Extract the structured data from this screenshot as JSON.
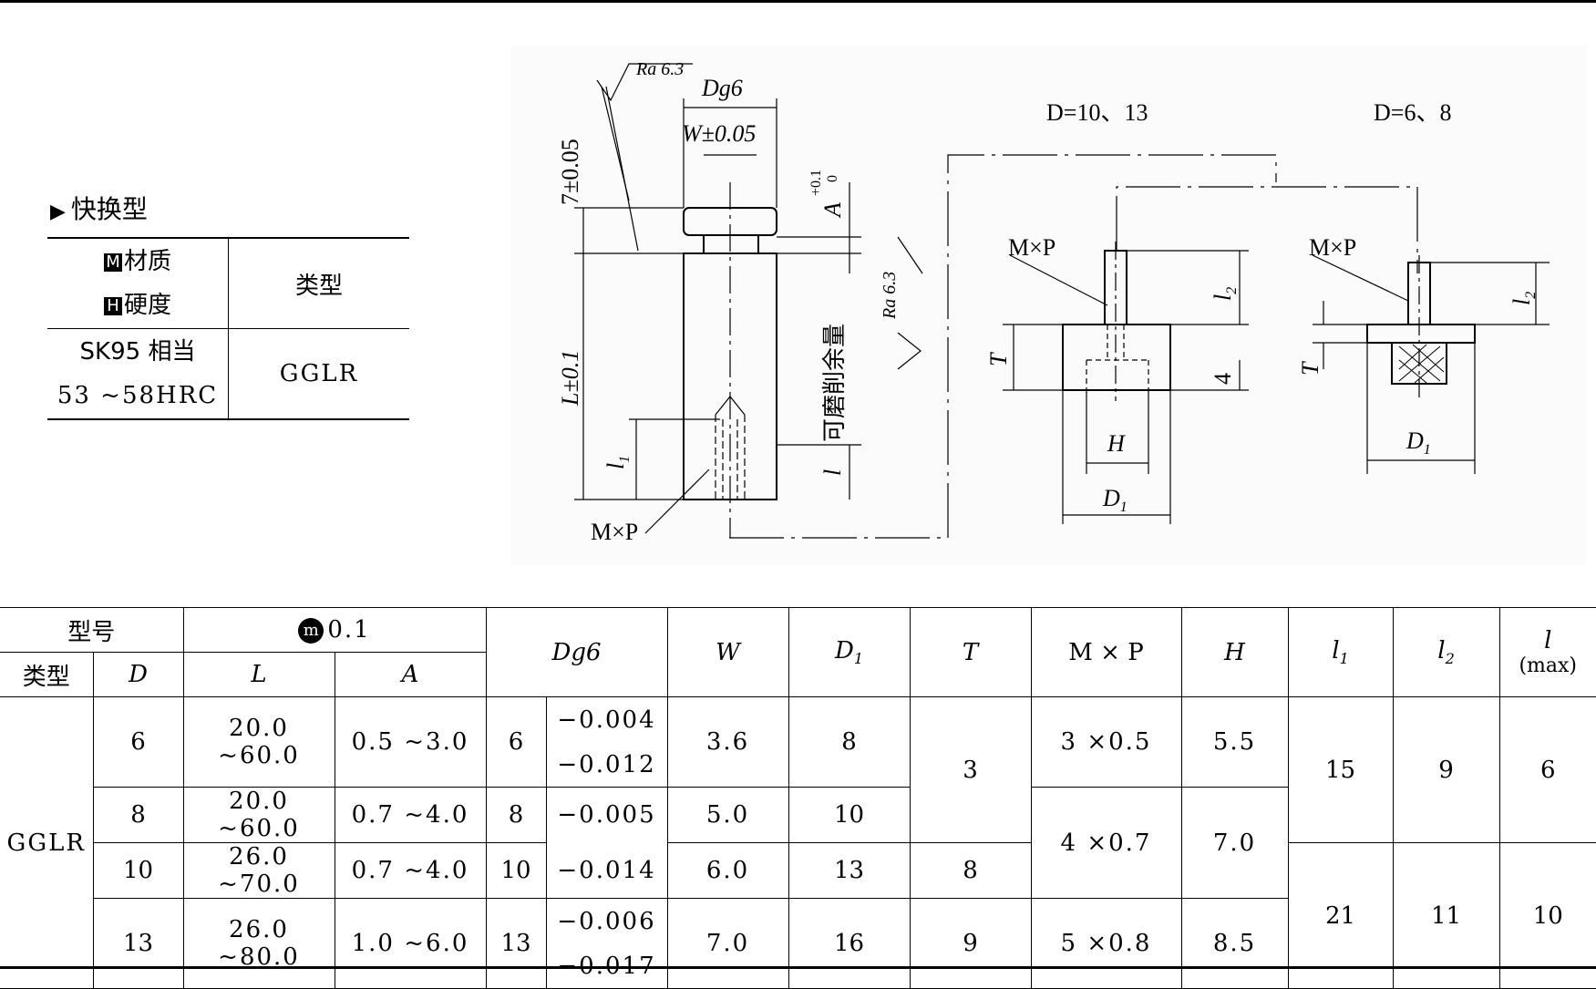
{
  "heading": "快换型",
  "material_table": {
    "header_material": "材质",
    "header_hardness": "硬度",
    "header_material_icon": "M",
    "header_hardness_icon": "H",
    "header_type": "类型",
    "material_value_1": "SK95 相当",
    "material_value_2": "53 ~58HRC",
    "type_value": "GGLR"
  },
  "drawing": {
    "ra_top": "Ra 6.3",
    "ra_side": "Ra 6.3",
    "dg6": "Dg6",
    "w_tol": "W±0.05",
    "seven_tol": "7±0.05",
    "a_tol": "A",
    "a_sup": "+0.1",
    "a_sub": "0",
    "l_tol": "L±0.1",
    "grind_allowance": "可磨削余量",
    "l1": "l",
    "l1_sub": "1",
    "l": "l",
    "mxp_bottom": "M×P",
    "variant_a_title": "D=10、13",
    "variant_b_title": "D=6、8",
    "mxp_a": "M×P",
    "mxp_b": "M×P",
    "l2_a": "l",
    "l2_b": "l",
    "l2_sub": "2",
    "t_a": "T",
    "t_b": "T",
    "four": "4",
    "h_a": "H",
    "d1_a": "D",
    "d1_b": "D",
    "d1_sub": "1"
  },
  "table": {
    "h_model": "型号",
    "h_tol_icon": "m",
    "h_tol": "0.1",
    "h_dg6": "Dg6",
    "h_w": "W",
    "h_d1": "D",
    "h_d1_sub": "1",
    "h_t": "T",
    "h_mxp": "M × P",
    "h_h": "H",
    "h_l1": "l",
    "h_l1_sub": "1",
    "h_l2": "l",
    "h_l2_sub": "2",
    "h_l": "l",
    "h_l_max": "(max)",
    "h_type": "类型",
    "h_d": "D",
    "h_L": "L",
    "h_A": "A",
    "type_value": "GGLR",
    "rows": [
      {
        "D": "6",
        "L": "20.0 ~60.0",
        "A": "0.5 ~3.0",
        "Dg6": "6",
        "W": "3.6",
        "D1": "8",
        "H": "5.5"
      },
      {
        "D": "8",
        "L": "20.0 ~60.0",
        "A": "0.7 ~4.0",
        "Dg6": "8",
        "W": "5.0",
        "D1": "10"
      },
      {
        "D": "10",
        "L": "26.0 ~70.0",
        "A": "0.7 ~4.0",
        "Dg6": "10",
        "W": "6.0",
        "D1": "13",
        "T": "8"
      },
      {
        "D": "13",
        "L": "26.0 ~80.0",
        "A": "1.0 ~6.0",
        "Dg6": "13",
        "W": "7.0",
        "D1": "16",
        "T": "9",
        "MxP": "5 ×0.8",
        "H": "8.5"
      }
    ],
    "tol_6_upper": "−0.004",
    "tol_6_lower": "−0.012",
    "tol_8_10_upper": "−0.005",
    "tol_8_10_lower": "−0.014",
    "tol_13_upper": "−0.006",
    "tol_13_lower": "−0.017",
    "t_6_8": "3",
    "mxp_6": "3 ×0.5",
    "mxp_8_10": "4 ×0.7",
    "h_8_10": "7.0",
    "l1_6_8": "15",
    "l2_6_8": "9",
    "l_6_8": "6",
    "l1_10_13": "21",
    "l2_10_13": "11",
    "l_10_13": "10"
  }
}
